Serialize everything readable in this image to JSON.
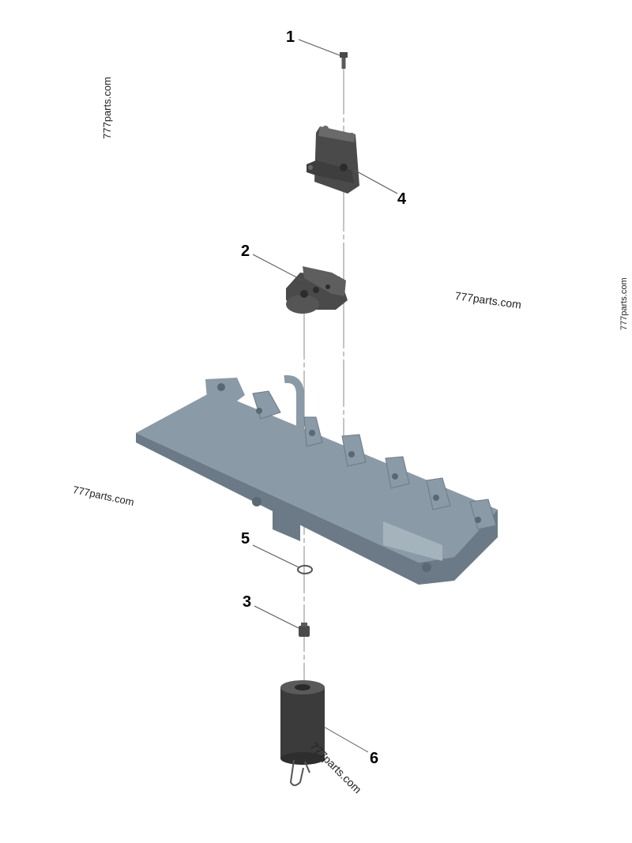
{
  "callouts": [
    {
      "number": "1",
      "part": "bolt"
    },
    {
      "number": "2",
      "part": "filter-base-bracket"
    },
    {
      "number": "3",
      "part": "adapter-fitting"
    },
    {
      "number": "4",
      "part": "mounting-bracket"
    },
    {
      "number": "5",
      "part": "o-ring-seal"
    },
    {
      "number": "6",
      "part": "fuel-filter"
    }
  ],
  "watermark": {
    "text": "777parts.com",
    "color": "#222222"
  },
  "colors": {
    "plate": "#8a9aa6",
    "plate_dark": "#6b7a86",
    "plate_light": "#a5b3bd",
    "bracket": "#4a4a4a",
    "bracket_light": "#6a6a6a",
    "filter": "#3b3b3b",
    "leader": "#555555",
    "axis_line": "#888888"
  }
}
